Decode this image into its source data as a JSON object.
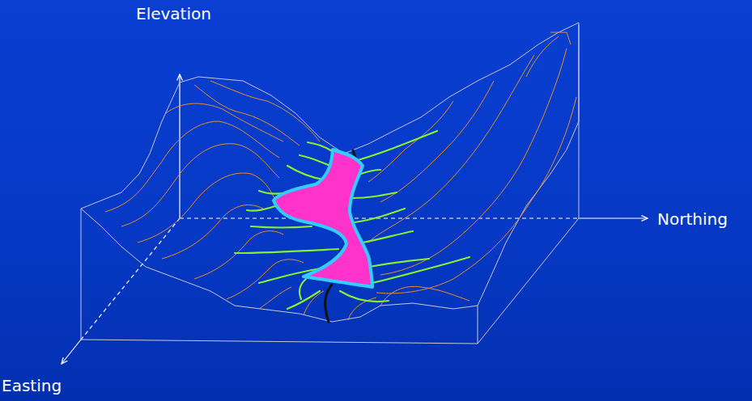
{
  "diagram": {
    "labels": [
      "Elevation",
      "Northing",
      "Easting"
    ]
  }
}
